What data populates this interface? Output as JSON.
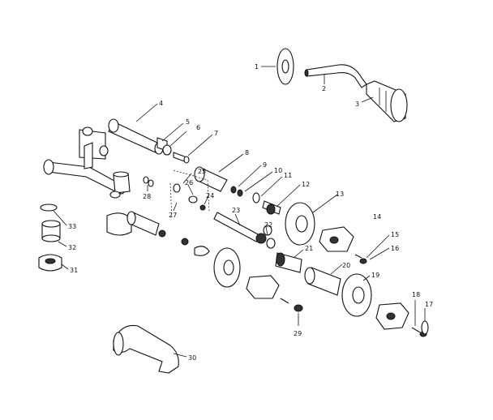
{
  "diagram": {
    "callouts": [
      "1",
      "2",
      "3",
      "4",
      "5",
      "6",
      "7",
      "8",
      "9",
      "10",
      "11",
      "12",
      "13",
      "14",
      "15",
      "16",
      "17",
      "18",
      "19",
      "20",
      "21",
      "22",
      "23",
      "24",
      "25",
      "26",
      "27",
      "28",
      "29",
      "30",
      "31",
      "32",
      "33"
    ]
  },
  "colors": {
    "ink": "#111111",
    "background": "#ffffff"
  }
}
